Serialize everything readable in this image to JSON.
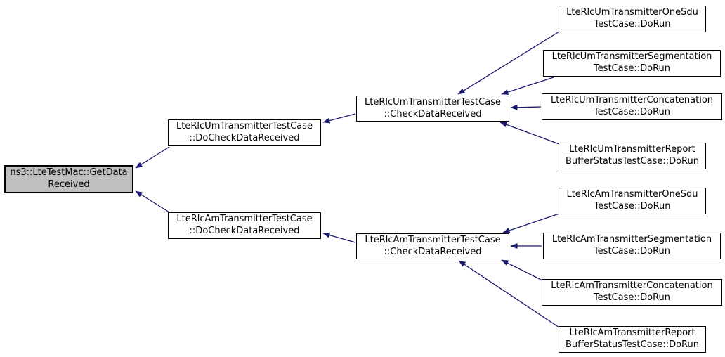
{
  "diagram": {
    "kind": "caller-graph",
    "colors": {
      "background": "#ffffff",
      "edge": "#191970",
      "node_border": "#000000",
      "node_fill": "#ffffff",
      "highlight_node_fill": "#bfbfbf"
    },
    "nodes": {
      "getDataReceived": {
        "line1": "ns3::LteTestMac::GetData",
        "line2": "Received",
        "highlighted": true
      },
      "umDoCheck": {
        "line1": "LteRlcUmTransmitterTestCase",
        "line2": "::DoCheckDataReceived"
      },
      "amDoCheck": {
        "line1": "LteRlcAmTransmitterTestCase",
        "line2": "::DoCheckDataReceived"
      },
      "umCheck": {
        "line1": "LteRlcUmTransmitterTestCase",
        "line2": "::CheckDataReceived"
      },
      "amCheck": {
        "line1": "LteRlcAmTransmitterTestCase",
        "line2": "::CheckDataReceived"
      },
      "umOneSdu": {
        "line1": "LteRlcUmTransmitterOneSdu",
        "line2": "TestCase::DoRun"
      },
      "umSegmentation": {
        "line1": "LteRlcUmTransmitterSegmentation",
        "line2": "TestCase::DoRun"
      },
      "umConcatenation": {
        "line1": "LteRlcUmTransmitterConcatenation",
        "line2": "TestCase::DoRun"
      },
      "umReport": {
        "line1": "LteRlcUmTransmitterReport",
        "line2": "BufferStatusTestCase::DoRun"
      },
      "amOneSdu": {
        "line1": "LteRlcAmTransmitterOneSdu",
        "line2": "TestCase::DoRun"
      },
      "amSegmentation": {
        "line1": "LteRlcAmTransmitterSegmentation",
        "line2": "TestCase::DoRun"
      },
      "amConcatenation": {
        "line1": "LteRlcAmTransmitterConcatenation",
        "line2": "TestCase::DoRun"
      },
      "amReport": {
        "line1": "LteRlcAmTransmitterReport",
        "line2": "BufferStatusTestCase::DoRun"
      }
    },
    "edges": [
      {
        "from": "umDoCheck",
        "to": "getDataReceived"
      },
      {
        "from": "amDoCheck",
        "to": "getDataReceived"
      },
      {
        "from": "umCheck",
        "to": "umDoCheck"
      },
      {
        "from": "amCheck",
        "to": "amDoCheck"
      },
      {
        "from": "umOneSdu",
        "to": "umCheck"
      },
      {
        "from": "umSegmentation",
        "to": "umCheck"
      },
      {
        "from": "umConcatenation",
        "to": "umCheck"
      },
      {
        "from": "umReport",
        "to": "umCheck"
      },
      {
        "from": "amOneSdu",
        "to": "amCheck"
      },
      {
        "from": "amSegmentation",
        "to": "amCheck"
      },
      {
        "from": "amConcatenation",
        "to": "amCheck"
      },
      {
        "from": "amReport",
        "to": "amCheck"
      }
    ]
  }
}
